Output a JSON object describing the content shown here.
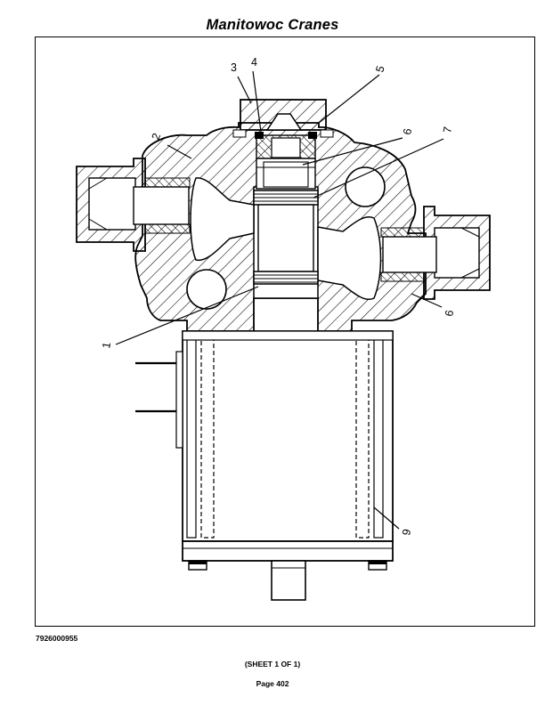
{
  "header": {
    "title": "Manitowoc Cranes"
  },
  "diagram": {
    "callouts": [
      {
        "id": "callout-1",
        "label": "1"
      },
      {
        "id": "callout-2",
        "label": "2"
      },
      {
        "id": "callout-3",
        "label": "3"
      },
      {
        "id": "callout-4",
        "label": "4"
      },
      {
        "id": "callout-5",
        "label": "5"
      },
      {
        "id": "callout-6-top",
        "label": "6"
      },
      {
        "id": "callout-7",
        "label": "7"
      },
      {
        "id": "callout-6-right",
        "label": "6"
      },
      {
        "id": "callout-9",
        "label": "9"
      }
    ]
  },
  "footer": {
    "part_number": "7926000955",
    "sheet": "(SHEET 1 OF 1)",
    "page": "Page 402"
  }
}
